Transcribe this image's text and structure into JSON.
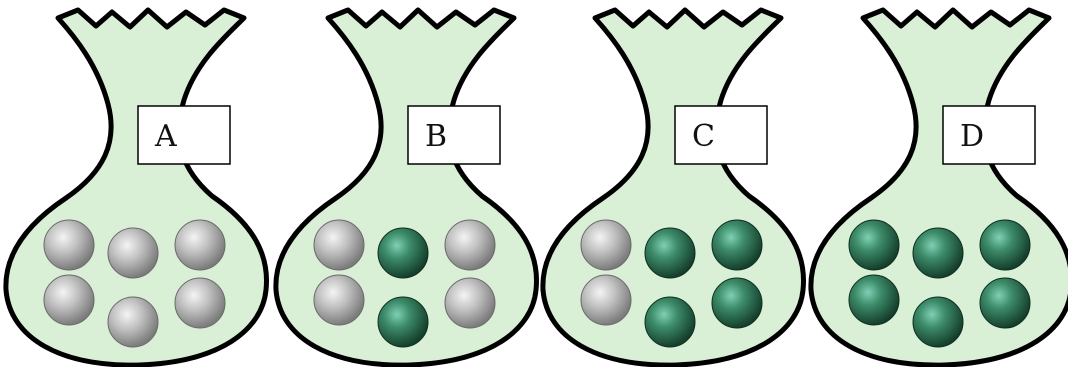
{
  "bags": [
    {
      "label": "A",
      "balls": [
        "gray",
        "gray",
        "gray",
        "gray",
        "gray",
        "gray"
      ]
    },
    {
      "label": "B",
      "balls": [
        "gray",
        "green",
        "gray",
        "gray",
        "green",
        "gray"
      ]
    },
    {
      "label": "C",
      "balls": [
        "gray",
        "green",
        "green",
        "gray",
        "green",
        "green"
      ]
    },
    {
      "label": "D",
      "balls": [
        "green",
        "green",
        "green",
        "green",
        "green",
        "green"
      ]
    }
  ],
  "colors": {
    "bag_fill": "#d9f0d6",
    "bag_outline": "#000000",
    "label_box": "#ffffff",
    "gray_ball": "#a9a9a9",
    "green_ball": "#2f6e52"
  }
}
